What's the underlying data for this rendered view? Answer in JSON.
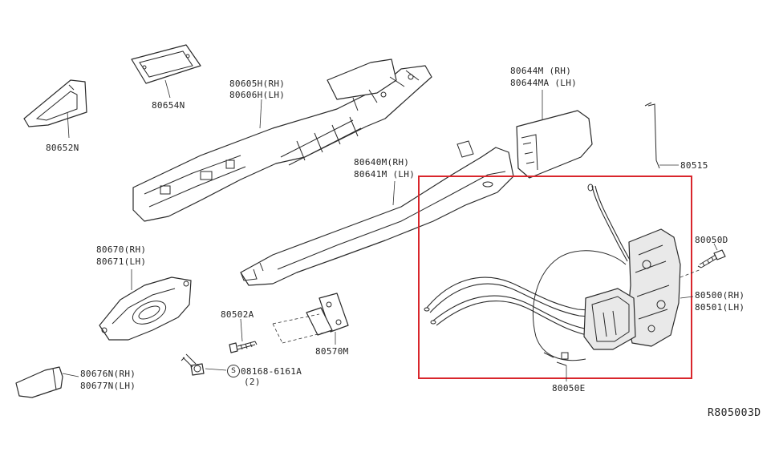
{
  "parts": {
    "p80652": {
      "line1": "80652N"
    },
    "p80654": {
      "line1": "80654N"
    },
    "p80605": {
      "line1": "80605H(RH)",
      "line2": "80606H(LH)"
    },
    "p80644": {
      "line1": "80644M (RH)",
      "line2": "80644MA (LH)"
    },
    "p80515": {
      "line1": "80515"
    },
    "p80640": {
      "line1": "80640M(RH)",
      "line2": "80641M (LH)"
    },
    "p80670": {
      "line1": "80670(RH)",
      "line2": "80671(LH)"
    },
    "p80502": {
      "line1": "80502A"
    },
    "p80570": {
      "line1": "80570M"
    },
    "p08168": {
      "badge": "S",
      "line1": "08168-6161A",
      "line2": "(2)"
    },
    "p80676": {
      "line1": "80676N(RH)",
      "line2": "80677N(LH)"
    },
    "p80050D": {
      "line1": "80050D"
    },
    "p80500": {
      "line1": "80500(RH)",
      "line2": "80501(LH)"
    },
    "p80050E": {
      "line1": "80050E"
    }
  },
  "reference": "R805003D",
  "colors": {
    "highlight_box": "#d9262c",
    "line": "#2a2a2a"
  }
}
